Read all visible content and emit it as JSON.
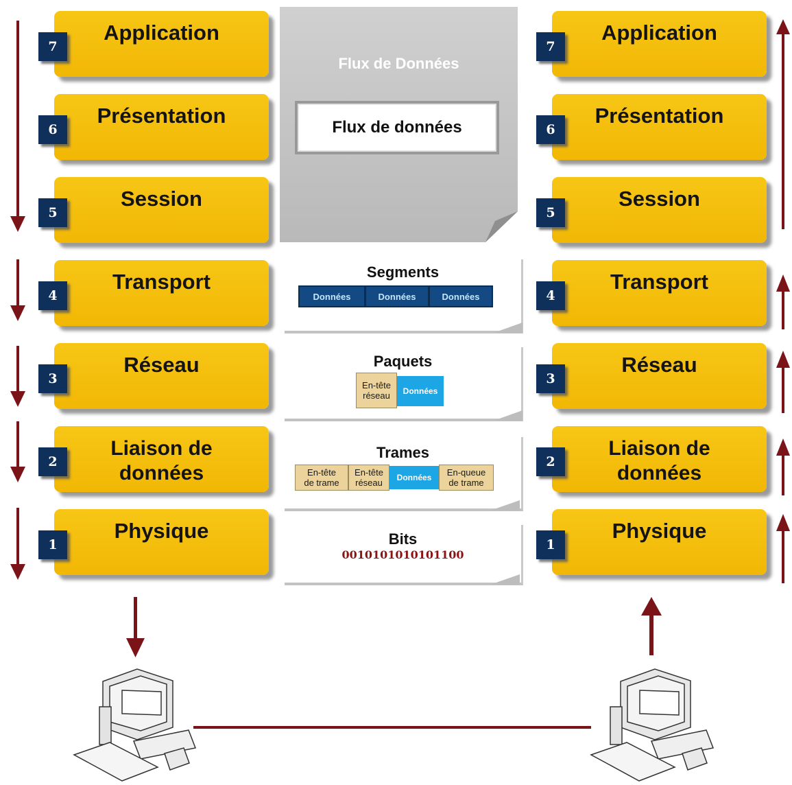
{
  "diagram_title": "",
  "colors": {
    "layer_fill": "#f2b705",
    "badge_fill": "#10305c",
    "arrow": "#7b1418",
    "data_cell": "#1ca6e6",
    "header_cell": "#ebd39b",
    "segment_cell": "#134a83",
    "bits_text": "#8a1414"
  },
  "sender_stack": {
    "direction": "down",
    "layers": [
      {
        "number": "7",
        "name": "Application"
      },
      {
        "number": "6",
        "name": "Présentation"
      },
      {
        "number": "5",
        "name": "Session"
      },
      {
        "number": "4",
        "name": "Transport"
      },
      {
        "number": "3",
        "name": "Réseau"
      },
      {
        "number": "2",
        "name": "Liaison de\ndonnées"
      },
      {
        "number": "1",
        "name": "Physique"
      }
    ]
  },
  "receiver_stack": {
    "direction": "up",
    "layers": [
      {
        "number": "7",
        "name": "Application"
      },
      {
        "number": "6",
        "name": "Présentation"
      },
      {
        "number": "5",
        "name": "Session"
      },
      {
        "number": "4",
        "name": "Transport"
      },
      {
        "number": "3",
        "name": "Réseau"
      },
      {
        "number": "2",
        "name": "Liaison de\ndonnées"
      },
      {
        "number": "1",
        "name": "Physique"
      }
    ]
  },
  "upper_layers_pdu": {
    "title": "Flux de Données",
    "box_label": "Flux de données"
  },
  "pdus": {
    "segments": {
      "title": "Segments",
      "cells": [
        "Données",
        "Données",
        "Données"
      ]
    },
    "packets": {
      "title": "Paquets",
      "header": "En-tête\nréseau",
      "data": "Données"
    },
    "frames": {
      "title": "Trames",
      "frame_header": "En-tête\nde trame",
      "network_header": "En-tête\nréseau",
      "data": "Données",
      "trailer": "En-queue\nde trame"
    },
    "bits": {
      "title": "Bits",
      "value": "0010101010101100"
    }
  },
  "computers": {
    "sender": "computer-icon",
    "receiver": "computer-icon",
    "link": "network-cable"
  }
}
